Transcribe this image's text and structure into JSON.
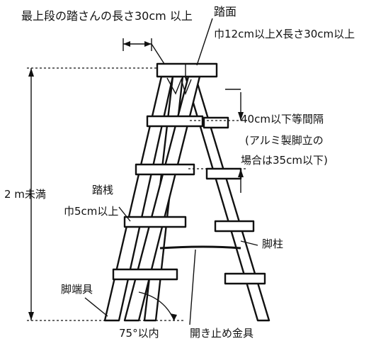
{
  "labels": {
    "top_step_length": "最上段の踏さんの長さ30cm 以上",
    "tread_title": "踏面",
    "tread_size": "巾12cm以上X長さ30cm以上",
    "spacing_line1": "40cm以下等間隔",
    "spacing_line2": "(アルミ製脚立の",
    "spacing_line3": "場合は35cm以下)",
    "height": "2 m未満",
    "rung_title": "踏桟",
    "rung_width": "巾5cm以上",
    "leg": "脚柱",
    "foot": "脚端具",
    "angle": "75°以内",
    "spreader": "開き止め金具"
  }
}
